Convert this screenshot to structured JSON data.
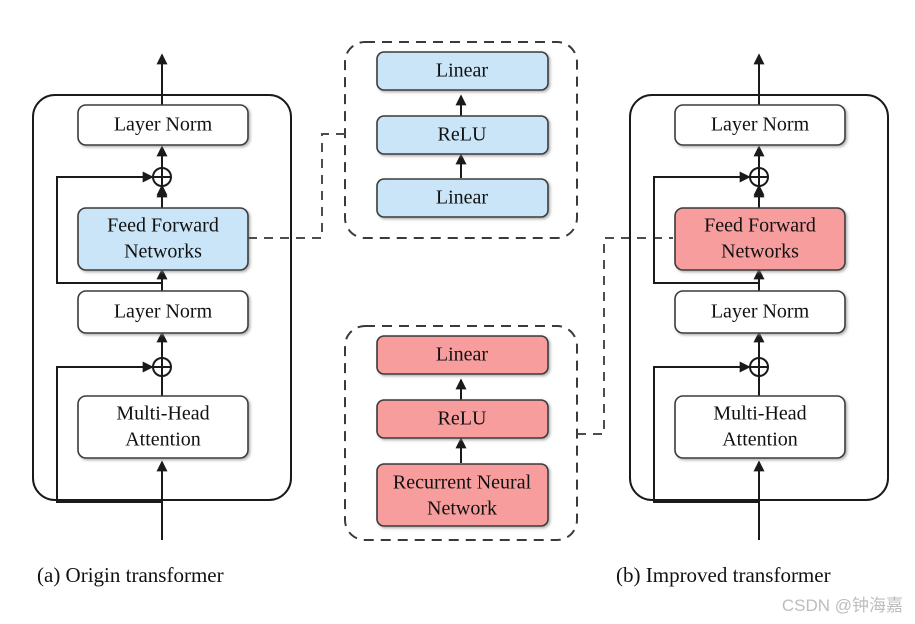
{
  "figure": {
    "title_alt": "Comparison of origin transformer and improved transformer architectures",
    "colors": {
      "blue_fill": "#c9e5f7",
      "red_fill": "#f79d9d",
      "white_fill": "#ffffff",
      "stroke": "#1a1a1a",
      "dashed_stroke": "#4d4d4d",
      "text": "#111111",
      "watermark": "#bdbdbd"
    }
  },
  "panels": {
    "origin": {
      "caption": "(a) Origin transformer",
      "blocks": [
        {
          "id": "layer-norm-top",
          "label": "Layer Norm",
          "fill": "white"
        },
        {
          "id": "feed-forward-networks",
          "label_line1": "Feed Forward",
          "label_line2": "Networks",
          "fill": "blue"
        },
        {
          "id": "layer-norm-mid",
          "label": "Layer Norm",
          "fill": "white"
        },
        {
          "id": "multi-head-attention",
          "label_line1": "Multi-Head",
          "label_line2": "Attention",
          "fill": "white"
        }
      ],
      "operators": [
        {
          "id": "residual-add-upper",
          "symbol": "⊕"
        },
        {
          "id": "residual-add-lower",
          "symbol": "⊕"
        }
      ]
    },
    "improved": {
      "caption": "(b) Improved transformer",
      "blocks": [
        {
          "id": "layer-norm-top",
          "label": "Layer Norm",
          "fill": "white"
        },
        {
          "id": "feed-forward-networks",
          "label_line1": "Feed Forward",
          "label_line2": "Networks",
          "fill": "red"
        },
        {
          "id": "layer-norm-mid",
          "label": "Layer Norm",
          "fill": "white"
        },
        {
          "id": "multi-head-attention",
          "label_line1": "Multi-Head",
          "label_line2": "Attention",
          "fill": "white"
        }
      ],
      "operators": [
        {
          "id": "residual-add-upper",
          "symbol": "⊕"
        },
        {
          "id": "residual-add-lower",
          "symbol": "⊕"
        }
      ]
    },
    "ffn_detail_original": {
      "id": "ffn-detail-original",
      "fill": "blue",
      "blocks": [
        {
          "id": "linear-top",
          "label": "Linear"
        },
        {
          "id": "relu",
          "label": "ReLU"
        },
        {
          "id": "linear-bottom",
          "label": "Linear"
        }
      ]
    },
    "ffn_detail_improved": {
      "id": "ffn-detail-improved",
      "fill": "red",
      "blocks": [
        {
          "id": "linear-top",
          "label": "Linear"
        },
        {
          "id": "relu",
          "label": "ReLU"
        },
        {
          "id": "recurrent-neural-network",
          "label_line1": "Recurrent Neural",
          "label_line2": "Network"
        }
      ]
    }
  },
  "watermark": {
    "text": "CSDN @钟海嘉"
  }
}
